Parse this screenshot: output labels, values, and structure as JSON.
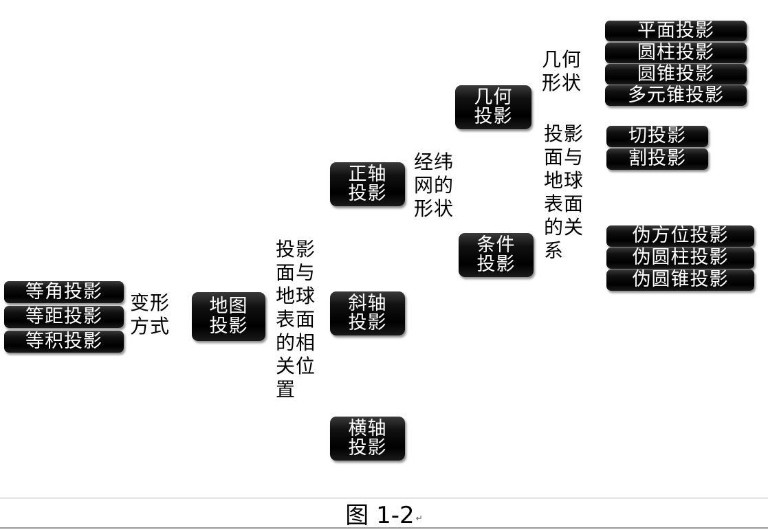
{
  "leaves_left": [
    "等角投影",
    "等距投影",
    "等积投影"
  ],
  "label_transform": "变形方式",
  "node_root": "地图投影",
  "label_relation_left": "投影面与地球表面的相关位置",
  "node_normal": "正轴投影",
  "node_oblique": "斜轴投影",
  "node_transverse": "横轴投影",
  "label_graticule": "经纬网的形状",
  "node_geometric": "几何投影",
  "node_conditional": "条件投影",
  "label_shape": "几何形状",
  "label_relation_right": "投影面与地球表面的关系",
  "leaves_shape": [
    "平面投影",
    "圆柱投影",
    "圆锥投影",
    "多元锥投影"
  ],
  "leaves_relation": [
    "切投影",
    "割投影"
  ],
  "leaves_pseudo": [
    "伪方位投影",
    "伪圆柱投影",
    "伪圆锥投影"
  ],
  "caption": "图 1-2",
  "caption_mark": "↵"
}
